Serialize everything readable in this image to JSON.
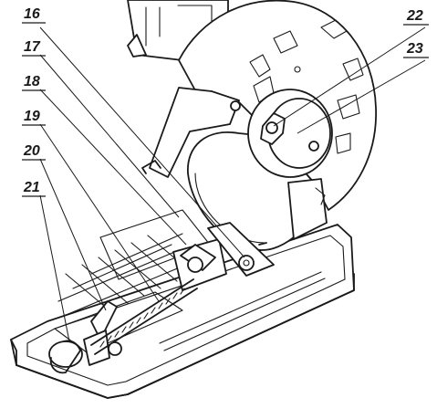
{
  "callouts": {
    "c16": "16",
    "c17": "17",
    "c18": "18",
    "c19": "19",
    "c20": "20",
    "c21": "21",
    "c22": "22",
    "c23": "23"
  }
}
